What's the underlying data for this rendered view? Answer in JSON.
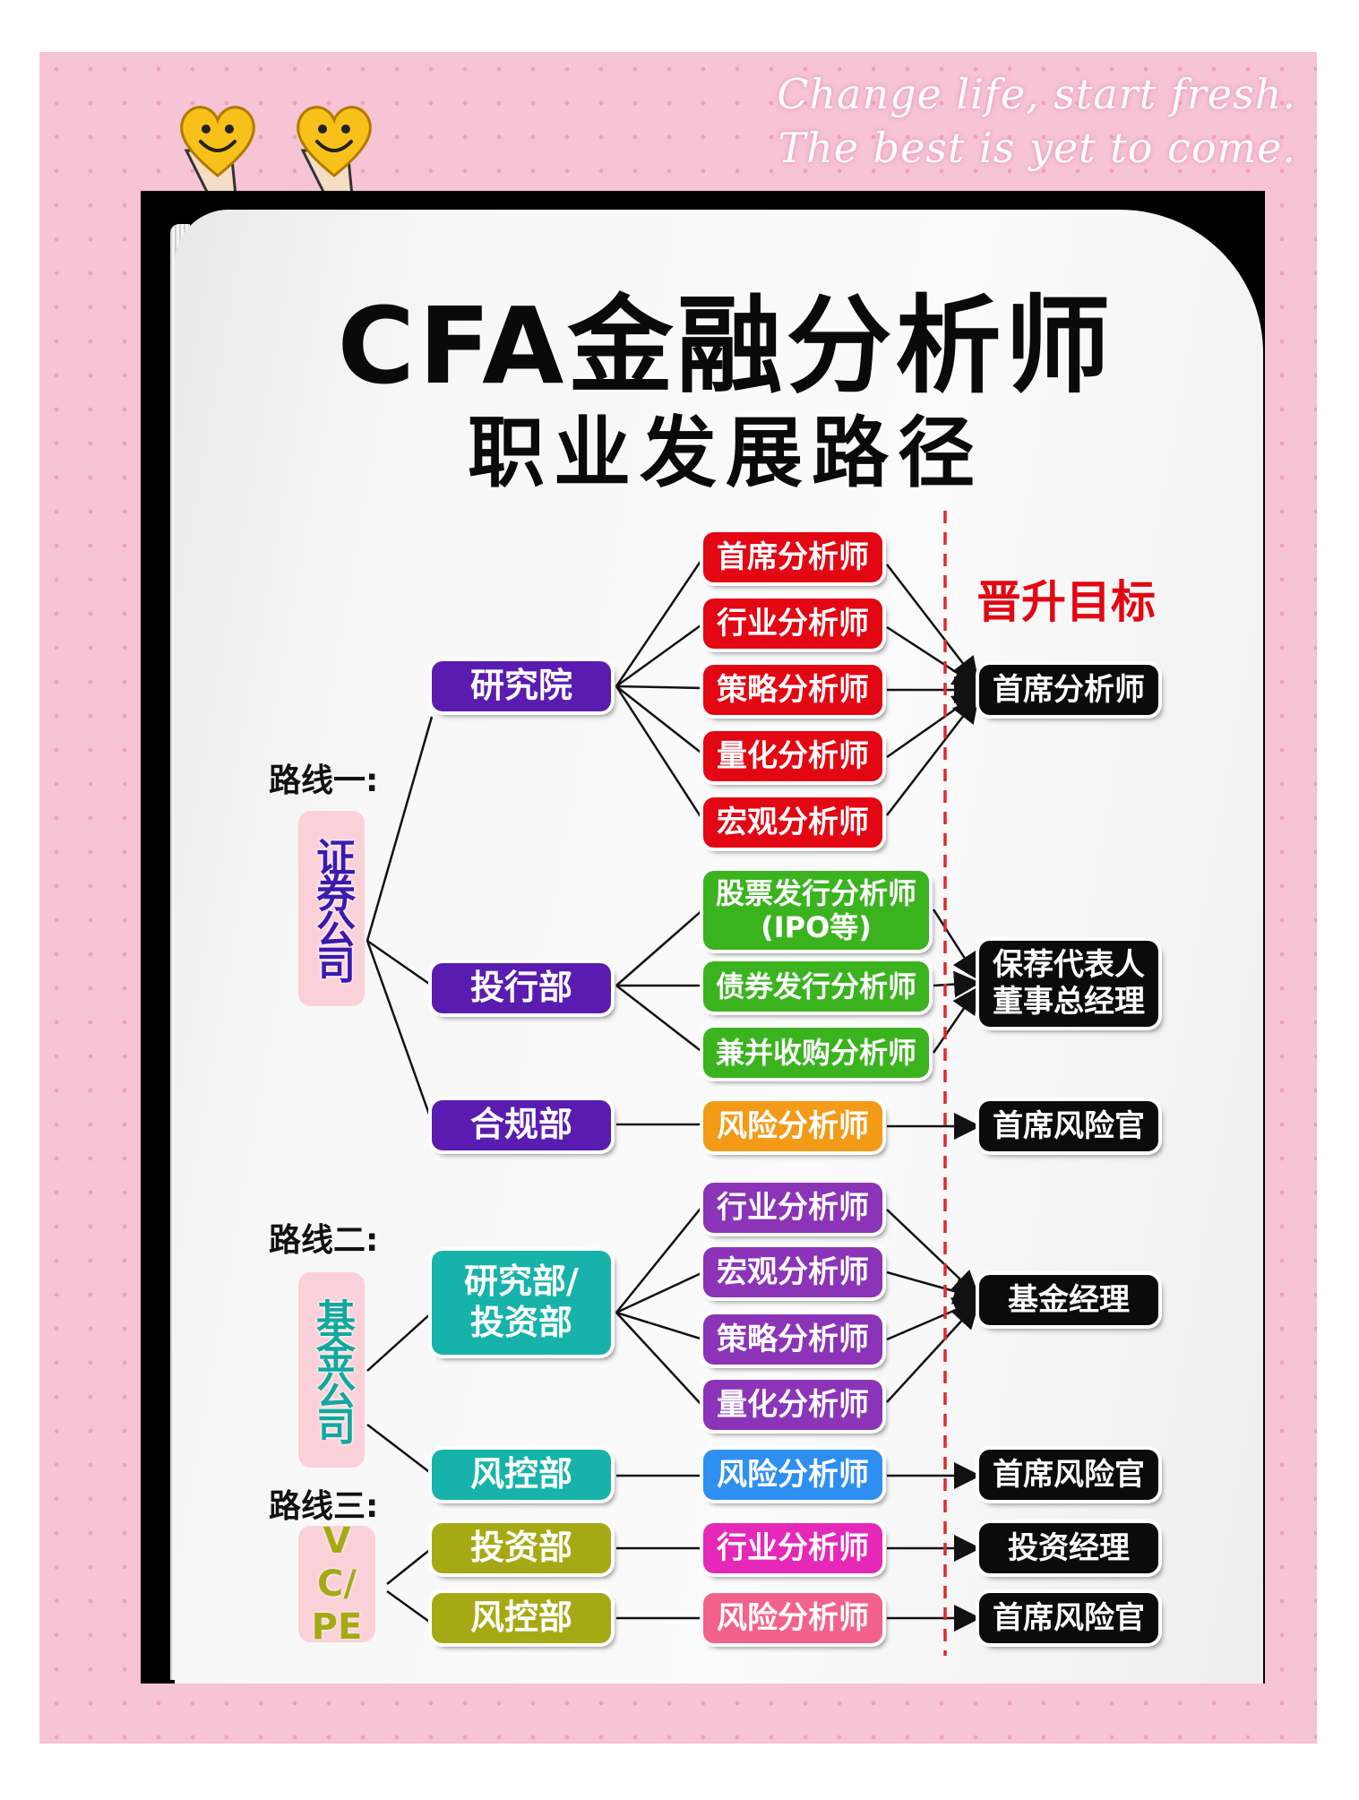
{
  "tagline": {
    "line1": "Change life, start fresh.",
    "line2": "The best is yet to come."
  },
  "title": {
    "main": "CFA金融分析师",
    "sub": "职业发展路径"
  },
  "goal_header": "晋升目标",
  "routes": {
    "r1": {
      "label": "路线一:",
      "company": "证券公司"
    },
    "r2": {
      "label": "路线二:",
      "company": "基金公司"
    },
    "r3": {
      "label": "路线三:",
      "company": "VC/ PE"
    }
  },
  "departments": {
    "yanjiuyuan": "研究院",
    "touhang": "投行部",
    "hegui": "合规部",
    "fund_research": "研究部/ 投资部",
    "fund_risk": "风控部",
    "vc_invest": "投资部",
    "vc_risk": "风控部"
  },
  "roles": {
    "r1_chief": "首席分析师",
    "r1_industry": "行业分析师",
    "r1_strategy": "策略分析师",
    "r1_quant": "量化分析师",
    "r1_macro": "宏观分析师",
    "r1_ipo": "股票发行分析师 (IPO等)",
    "r1_bond": "债券发行分析师",
    "r1_ma": "兼并收购分析师",
    "r1_risk": "风险分析师",
    "r2_industry": "行业分析师",
    "r2_macro": "宏观分析师",
    "r2_strategy": "策略分析师",
    "r2_quant": "量化分析师",
    "r2_risk": "风险分析师",
    "r3_industry": "行业分析师",
    "r3_risk": "风险分析师"
  },
  "goals": {
    "g1": "首席分析师",
    "g2": "保荐代表人 董事总经理",
    "g3": "首席风险官",
    "g4": "基金经理",
    "g5": "首席风险官",
    "g6": "投资经理",
    "g7": "首席风险官"
  },
  "colors": {
    "red": "#e30613",
    "green": "#3bb31f",
    "orange": "#f39a17",
    "purple": "#5a1cb0",
    "fund_purple": "#8b34b8",
    "teal": "#17b3aa",
    "blue": "#2e8ff0",
    "magenta": "#e628b9",
    "pink": "#f3628a",
    "olive": "#a5aa14",
    "goal": "#0b0b0b",
    "dashed": "#e2282e"
  }
}
